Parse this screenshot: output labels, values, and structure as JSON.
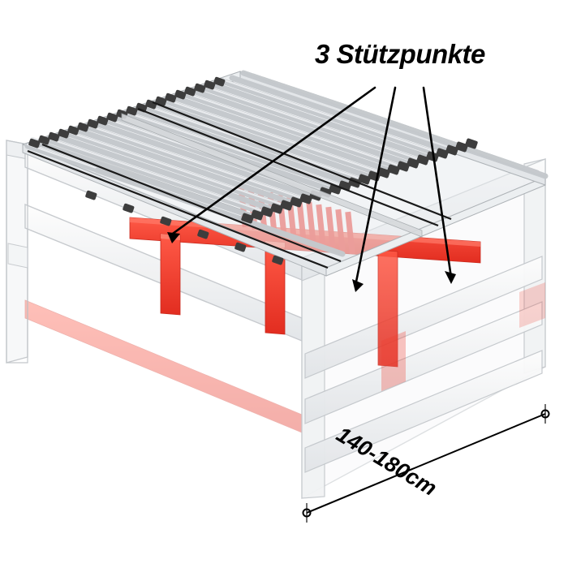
{
  "diagram": {
    "title_label": "3 Stützpunkte",
    "dimension_label": "140-180cm",
    "colors": {
      "support_red": "#f4past",
      "support_red_hex": "#ef3e33",
      "frame_outline": "#c9cdd2",
      "frame_fill": "#f2f4f6",
      "slat_dark": "#3c3c3c",
      "slat_light": "#d8dadd",
      "pointer_line": "#000000",
      "background": "#ffffff"
    },
    "parts": {
      "slatted_base": "slatted-bed-base",
      "bed_frame": "bed-frame",
      "center_support_beam": "center-support-beam",
      "support_feet_count": 3,
      "pointer_count": 3
    }
  }
}
